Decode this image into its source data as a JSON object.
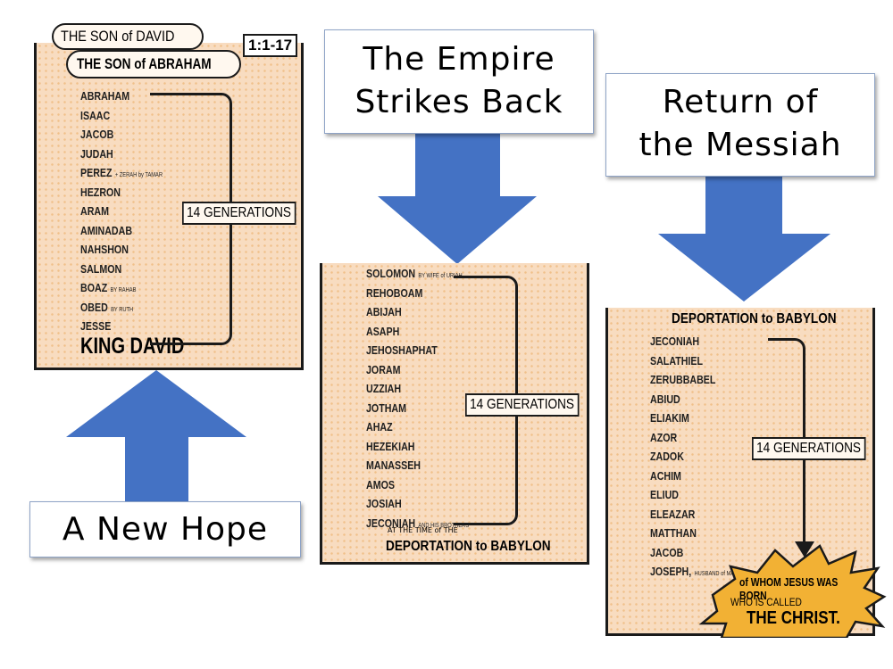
{
  "colors": {
    "arrow": "#4472C4",
    "paper": "#f8dcc0",
    "burst": "#f2b134"
  },
  "titles": {
    "left": "A New Hope",
    "middle_line1": "The Empire",
    "middle_line2": "Strikes Back",
    "right_line1": "Return of",
    "right_line2": "the Messiah"
  },
  "panel1": {
    "heading1": "THE SON of DAVID",
    "heading2": "THE SON of ABRAHAM",
    "reference": "1:1-17",
    "generations_label": "14 GENERATIONS",
    "names": [
      {
        "name": "ABRAHAM"
      },
      {
        "name": "ISAAC"
      },
      {
        "name": "JACOB"
      },
      {
        "name": "JUDAH"
      },
      {
        "name": "PEREZ",
        "note": "+ ZERAH by TAMAR"
      },
      {
        "name": "HEZRON"
      },
      {
        "name": "ARAM"
      },
      {
        "name": "AMINADAB"
      },
      {
        "name": "NAHSHON"
      },
      {
        "name": "SALMON"
      },
      {
        "name": "BOAZ",
        "note": "BY RAHAB"
      },
      {
        "name": "OBED",
        "note": "BY RUTH"
      },
      {
        "name": "JESSE"
      }
    ],
    "final": "KING DAVID"
  },
  "panel2": {
    "generations_label": "14 GENERATIONS",
    "names": [
      {
        "name": "SOLOMON",
        "note": "BY WIFE of URIAH"
      },
      {
        "name": "REHOBOAM"
      },
      {
        "name": "ABIJAH"
      },
      {
        "name": "ASAPH"
      },
      {
        "name": "JEHOSHAPHAT"
      },
      {
        "name": "JORAM"
      },
      {
        "name": "UZZIAH"
      },
      {
        "name": "JOTHAM"
      },
      {
        "name": "AHAZ"
      },
      {
        "name": "HEZEKIAH"
      },
      {
        "name": "MANASSEH"
      },
      {
        "name": "AMOS"
      },
      {
        "name": "JOSIAH"
      },
      {
        "name": "JECONIAH",
        "note": "AND HIS BROTHERS"
      }
    ],
    "footer1": "AT THE TIME of THE",
    "footer2": "DEPORTATION to BABYLON"
  },
  "panel3": {
    "heading": "DEPORTATION to BABYLON",
    "generations_label": "14 GENERATIONS",
    "names": [
      {
        "name": "JECONIAH"
      },
      {
        "name": "SALATHIEL"
      },
      {
        "name": "ZERUBBABEL"
      },
      {
        "name": "ABIUD"
      },
      {
        "name": "ELIAKIM"
      },
      {
        "name": "AZOR"
      },
      {
        "name": "ZADOK"
      },
      {
        "name": "ACHIM"
      },
      {
        "name": "ELIUD"
      },
      {
        "name": "ELEAZAR"
      },
      {
        "name": "MATTHAN"
      },
      {
        "name": "JACOB"
      },
      {
        "name": "JOSEPH,",
        "note": "HUSBAND of MARY"
      }
    ],
    "burst_line1": "of WHOM JESUS WAS BORN",
    "burst_line2": "WHO IS CALLED",
    "burst_line3": "THE CHRIST."
  }
}
